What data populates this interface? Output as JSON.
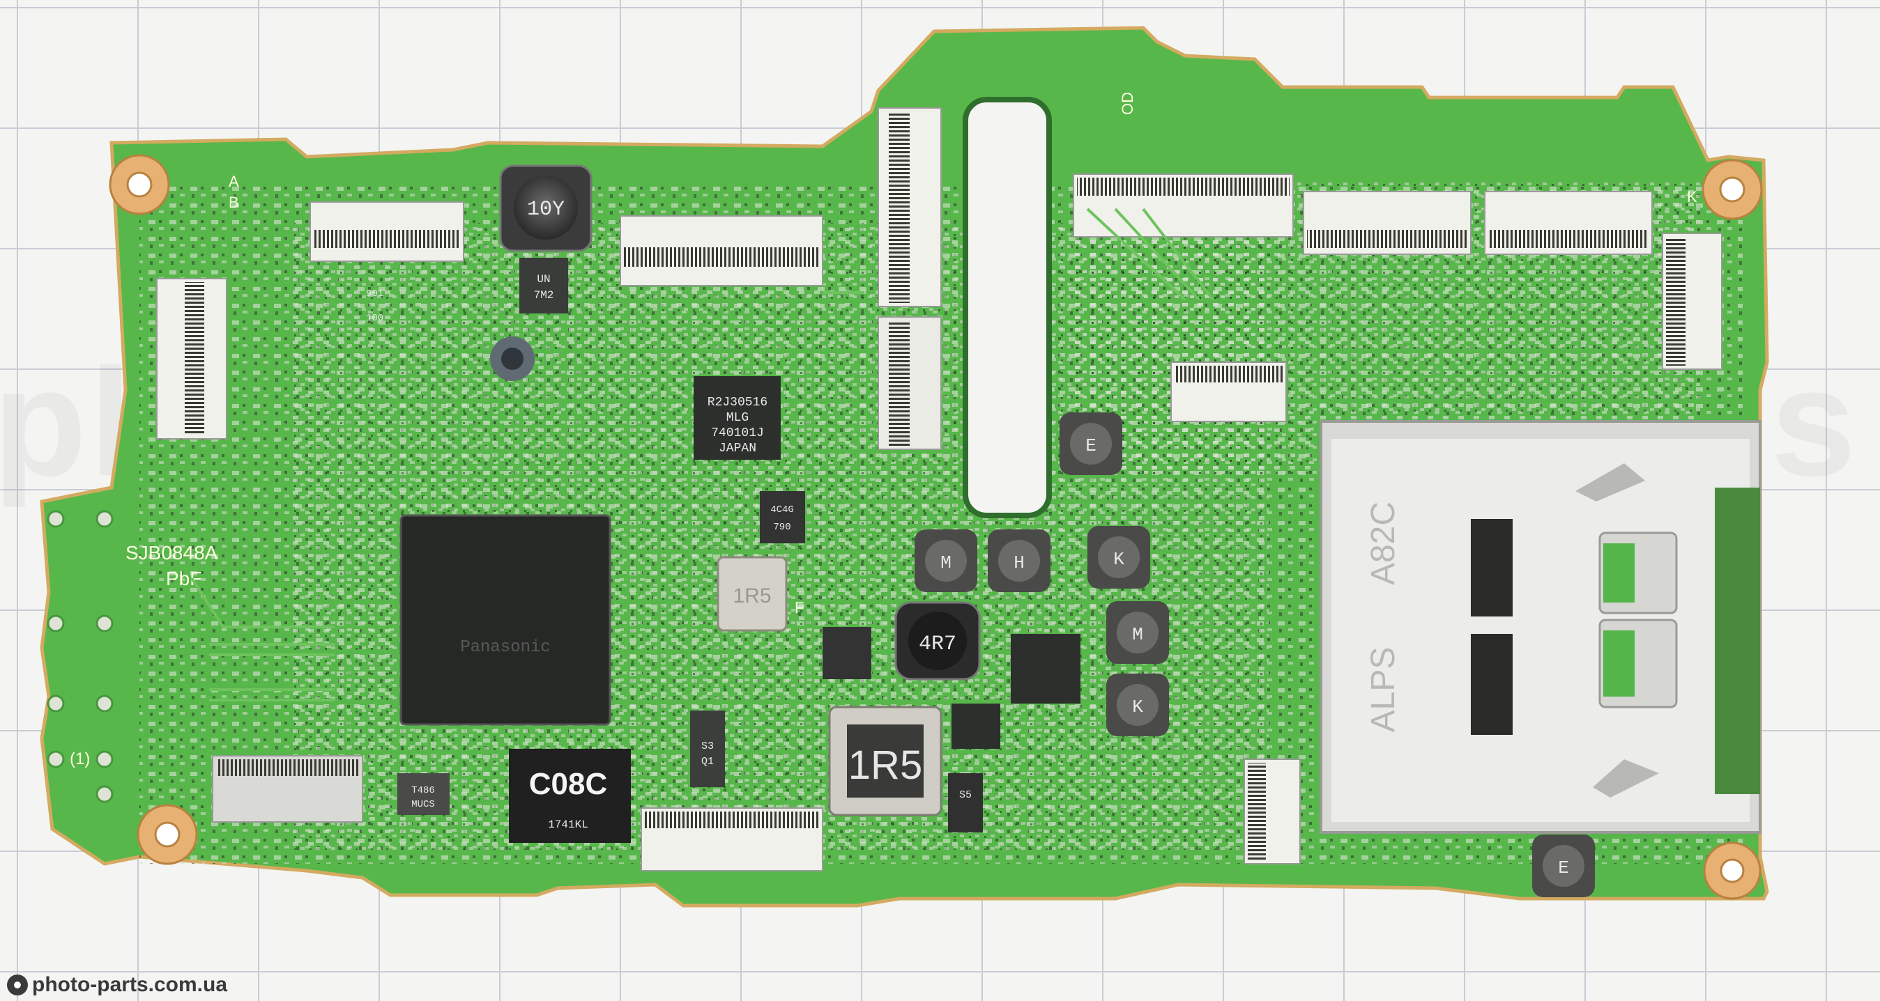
{
  "watermark": {
    "site": "photo-parts.com.ua",
    "text_left": "photo",
    "text_right": "s"
  },
  "board": {
    "part_code": "SJB0848A",
    "lead_free": "PbF",
    "marker_ab": [
      "A",
      "B"
    ],
    "marker_one": "(1)",
    "marker_f": "F",
    "marker_k": "K",
    "marker_od": "OD"
  },
  "chips": {
    "main_ic_brand": "Panasonic",
    "r2j": [
      "R2J30516",
      "MLG",
      "740101J",
      "JAPAN"
    ],
    "small_ic_left": [
      "UN",
      "7M2"
    ],
    "c08c": "C08C",
    "c08c_sub": "1741KL",
    "t486": [
      "T486",
      "MUCS"
    ],
    "ic_790": [
      "4C4G",
      "790"
    ],
    "ic_s3": [
      "S3",
      "Q1"
    ],
    "ic_s5": "S5"
  },
  "inductors": {
    "top": "10Y",
    "mid": "1R5",
    "big": "1R5",
    "round": "4R7",
    "small": [
      "E",
      "M",
      "H",
      "K",
      "M",
      "K",
      "E"
    ]
  },
  "card_slot": {
    "brand": "ALPS",
    "model": "A82C"
  },
  "resistor_labels": [
    "901",
    "100"
  ],
  "colors": {
    "pcb": "#54b54a",
    "pcb_light": "#7cc66b",
    "pad": "#e2e6dd",
    "connector": "#f2f2ee",
    "chip": "#2b2d2b",
    "silk": "#fffde0",
    "gold": "#d6a060"
  }
}
